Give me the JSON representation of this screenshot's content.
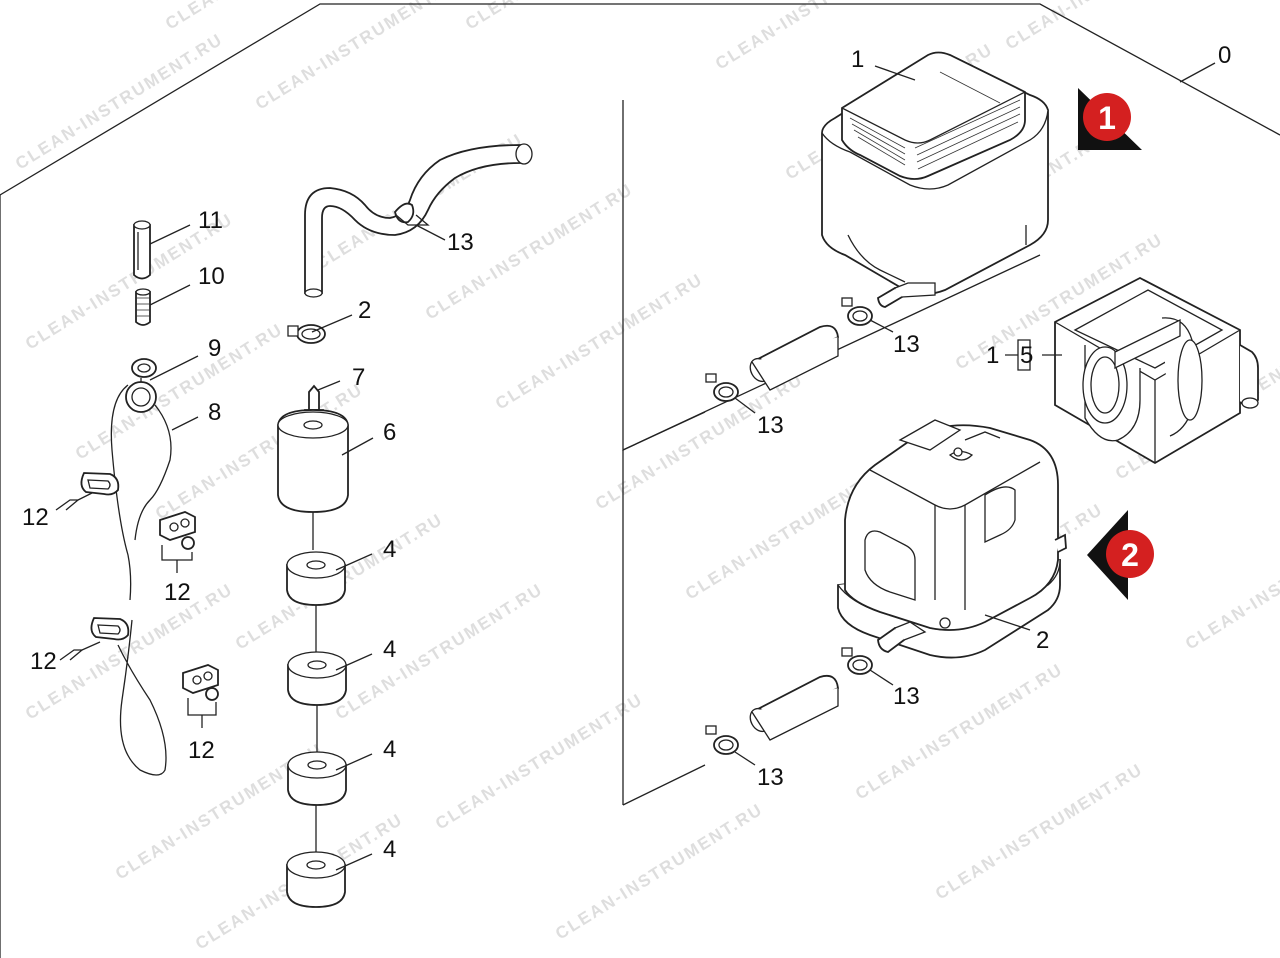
{
  "watermark": "CLEAN-INSTRUMENT.RU",
  "callouts": {
    "c0": "0",
    "c1_top": "1",
    "c1_5": "1",
    "c5": "5",
    "c2_pump": "2",
    "c13_a": "13",
    "c13_b": "13",
    "c13_c": "13",
    "c13_d": "13",
    "c13_e": "13",
    "c2_clamp": "2",
    "c7": "7",
    "c6": "6",
    "c4_a": "4",
    "c4_b": "4",
    "c4_c": "4",
    "c4_d": "4",
    "c11": "11",
    "c10": "10",
    "c9": "9",
    "c8": "8",
    "c12_a": "12",
    "c12_b": "12",
    "c12_c": "12",
    "c12_d": "12"
  },
  "markers": {
    "m1": "1",
    "m2": "2"
  },
  "colors": {
    "marker_red": "#d42020",
    "marker_black": "#111111",
    "line": "#222222",
    "watermark": "#dedede"
  }
}
